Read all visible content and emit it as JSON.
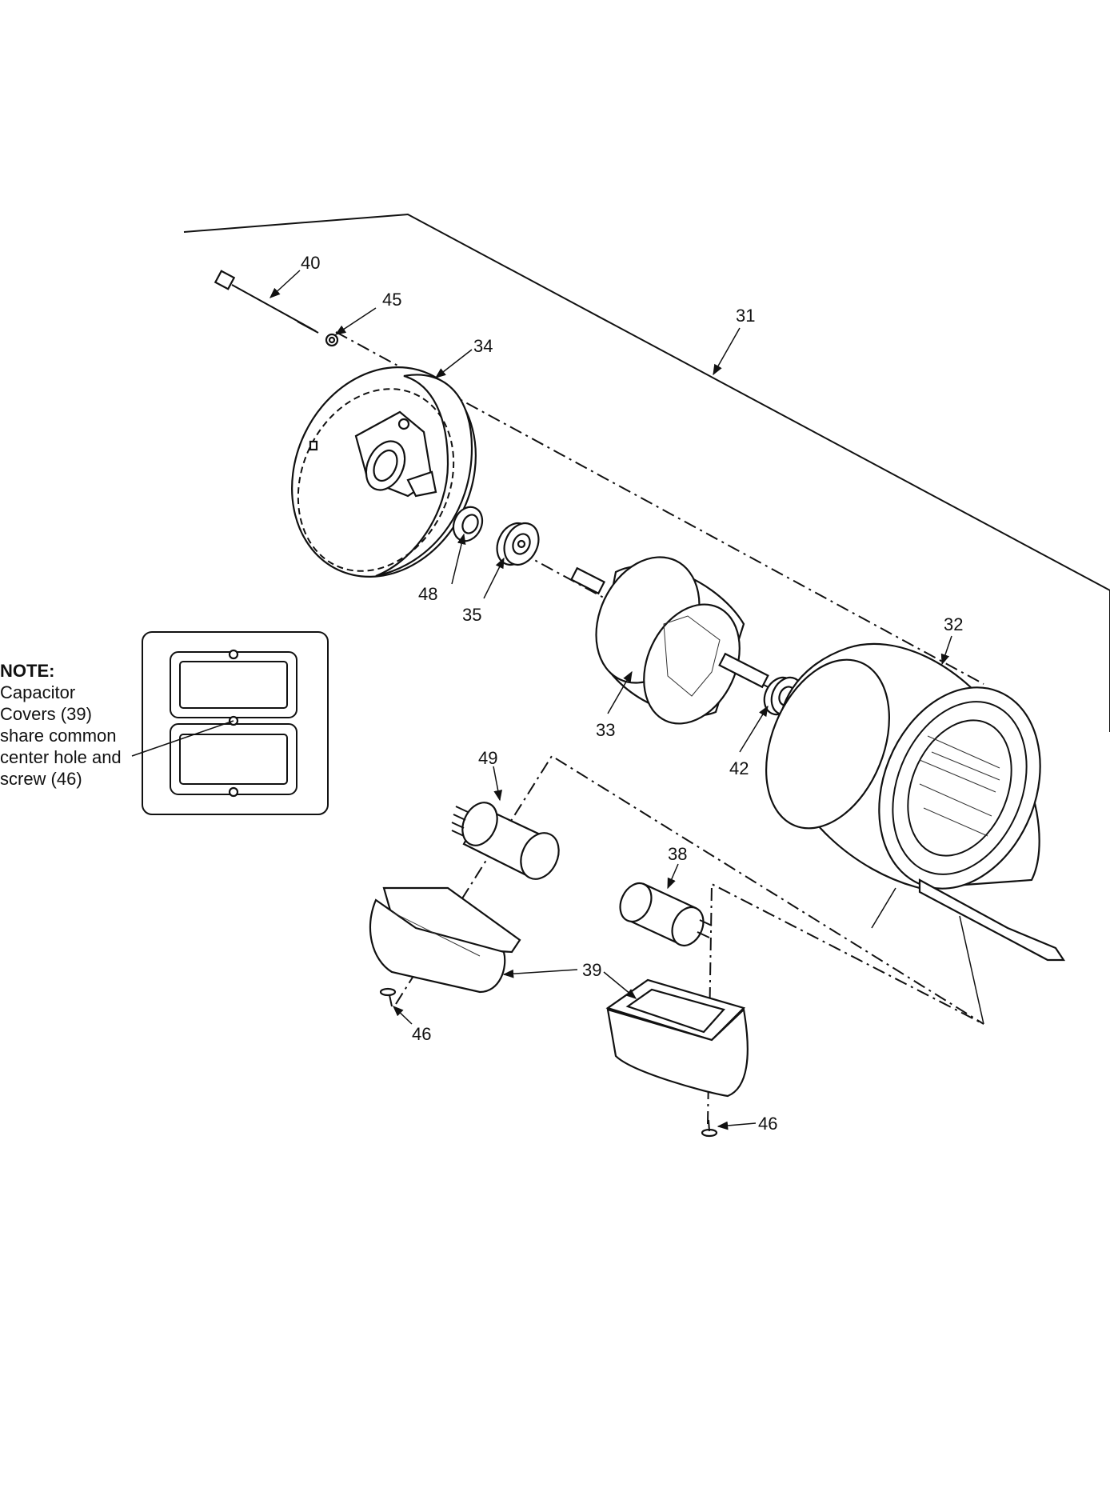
{
  "callouts": {
    "c31": "31",
    "c32": "32",
    "c33": "33",
    "c34": "34",
    "c35": "35",
    "c38": "38",
    "c39": "39",
    "c40": "40",
    "c42": "42",
    "c45": "45",
    "c46a": "46",
    "c46b": "46",
    "c48": "48",
    "c49": "49"
  },
  "note": {
    "title": "NOTE:",
    "lines": [
      "Capacitor",
      "Covers (39)",
      "share common",
      "center hole and",
      "screw (46)"
    ]
  }
}
